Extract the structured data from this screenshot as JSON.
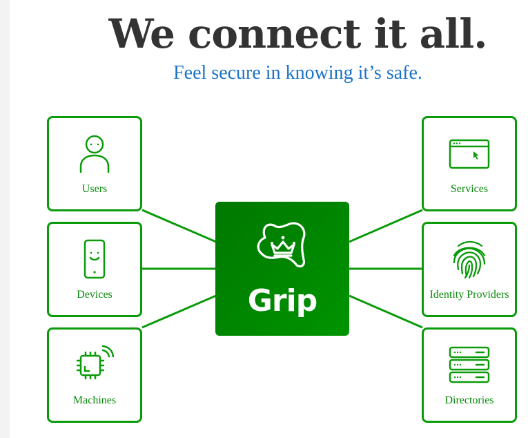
{
  "header": {
    "title": "We connect it all.",
    "subtitle": "Feel secure in knowing it’s safe."
  },
  "hub": {
    "brand": "Grip",
    "logo_icon": "crown-logo-icon"
  },
  "left_nodes": [
    {
      "label": "Users",
      "icon": "user-icon"
    },
    {
      "label": "Devices",
      "icon": "smartphone-icon"
    },
    {
      "label": "Machines",
      "icon": "chip-icon"
    }
  ],
  "right_nodes": [
    {
      "label": "Services",
      "icon": "browser-window-icon"
    },
    {
      "label": "Identity Providers",
      "icon": "fingerprint-icon"
    },
    {
      "label": "Directories",
      "icon": "server-stack-icon"
    }
  ],
  "colors": {
    "accent": "#0a9a0a",
    "hub_dark": "#007800",
    "hub_light": "#009400",
    "title": "#333333",
    "subtitle": "#1a73c8"
  }
}
